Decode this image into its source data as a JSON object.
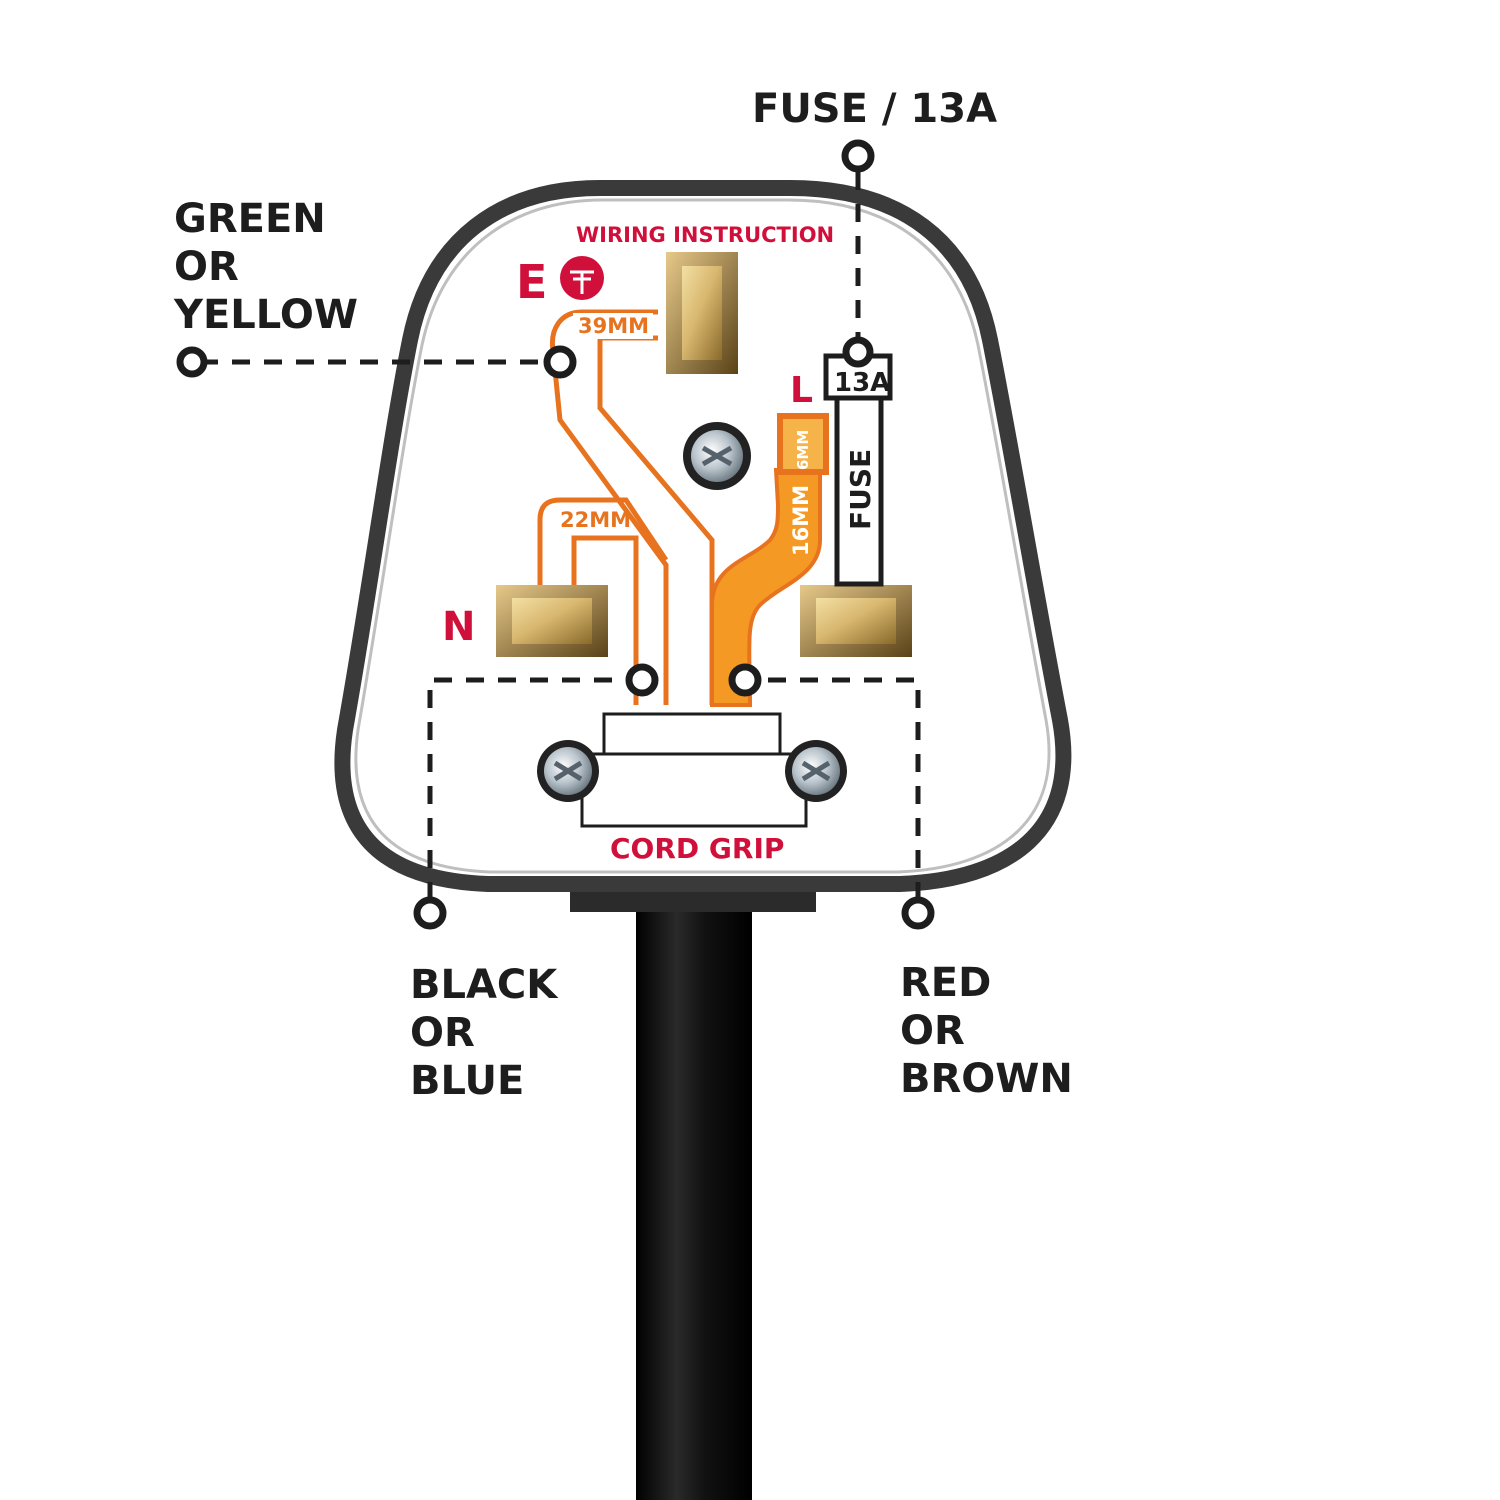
{
  "labels": {
    "fuse_top": "FUSE / 13A",
    "earth_wire": [
      "GREEN",
      "OR",
      "YELLOW"
    ],
    "neutral_wire": [
      "BLACK",
      "OR",
      "BLUE"
    ],
    "live_wire": [
      "RED",
      "OR",
      "BROWN"
    ]
  },
  "plug": {
    "title": "WIRING INSTRUCTION",
    "earth_letter": "E",
    "neutral_letter": "N",
    "live_letter": "L",
    "earth_length": "39MM",
    "neutral_length": "22MM",
    "live_length": "16MM",
    "live_strip": "6MM",
    "fuse_rating": "13A",
    "fuse_label": "FUSE",
    "cord_grip": "CORD GRIP"
  },
  "colors": {
    "outline": "#3a3a3a",
    "accent_red": "#d0103a",
    "wire_orange": "#e8731f",
    "brass": "#c9a45a",
    "cable": "#111111"
  }
}
